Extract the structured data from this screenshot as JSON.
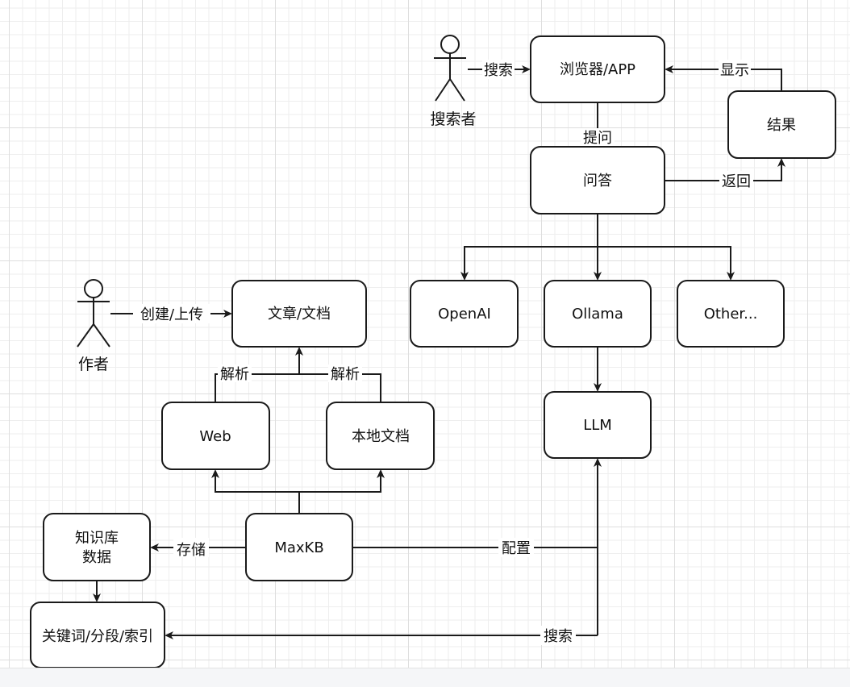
{
  "diagram": {
    "type": "flowchart",
    "actors": {
      "searcher": "搜索者",
      "author": "作者"
    },
    "nodes": {
      "browser": "浏览器/APP",
      "result": "结果",
      "qa": "问答",
      "openai": "OpenAI",
      "ollama": "Ollama",
      "other": "Other...",
      "llm": "LLM",
      "article": "文章/文档",
      "web": "Web",
      "local_doc": "本地文档",
      "maxkb": "MaxKB",
      "kb_data_line1": "知识库",
      "kb_data_line2": "数据",
      "index": "关键词/分段/索引"
    },
    "edges": {
      "searcher_to_browser": "搜索",
      "result_to_browser": "显示",
      "browser_to_qa": "提问",
      "qa_to_result": "返回",
      "author_to_article": "创建/上传",
      "web_to_article": "解析",
      "local_to_article": "解析",
      "maxkb_to_kb": "存储",
      "maxkb_to_llm": "配置",
      "llm_to_index": "搜索"
    }
  }
}
